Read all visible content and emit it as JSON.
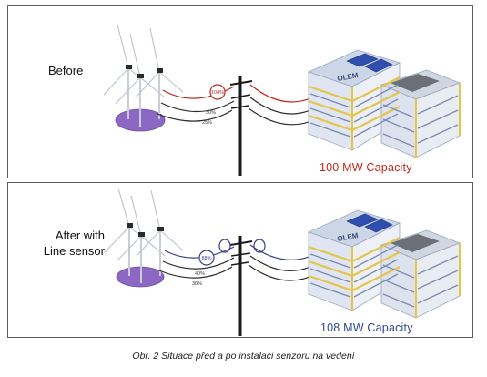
{
  "panels": [
    {
      "state_label": "Before",
      "capacity": "100 MW Capacity",
      "line_loads": [
        "104%",
        "30%",
        "25%"
      ],
      "capacity_color": "#c4261d",
      "line_color": "#c4261d"
    },
    {
      "state_label_line1": "After with",
      "state_label_line2": "Line sensor",
      "capacity": "108 MW Capacity",
      "line_loads": [
        "88%",
        "40%",
        "30%"
      ],
      "capacity_color": "#2e4a8e",
      "line_color": "#3a3f8f"
    }
  ],
  "building": {
    "sign": "OLEM"
  },
  "caption": "Obr. 2  Situace před a po instalaci senzoru na vedení",
  "icons": [
    "wind-turbine-icon",
    "power-pole-icon",
    "building-icon",
    "line-sensor-icon"
  ]
}
